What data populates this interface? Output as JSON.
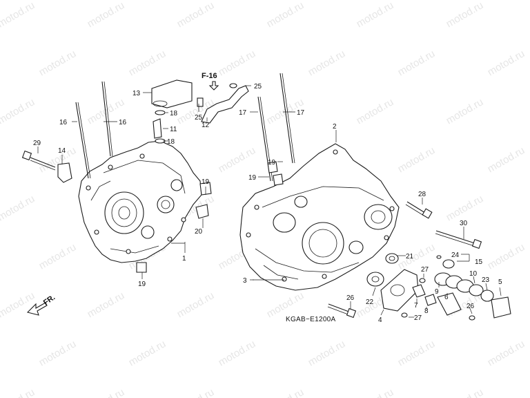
{
  "watermark": "motod.ru",
  "diagram_code": "KGAB−E1200A",
  "reference_label": "F-16",
  "direction_label": "FR.",
  "callouts": [
    "1",
    "2",
    "3",
    "4",
    "5",
    "6",
    "7",
    "8",
    "9",
    "10",
    "11",
    "12",
    "13",
    "14",
    "15",
    "16",
    "17",
    "18",
    "19",
    "20",
    "21",
    "22",
    "23",
    "24",
    "25",
    "26",
    "27",
    "28",
    "29",
    "30"
  ],
  "colors": {
    "line": "#1a1a1a",
    "background": "#ffffff",
    "watermark": "#e6e6e6"
  }
}
